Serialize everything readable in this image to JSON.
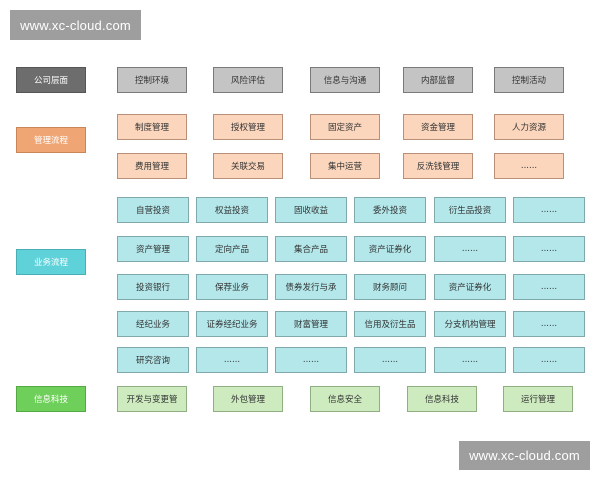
{
  "watermark": "www.xc-cloud.com",
  "colors": {
    "company_category": "#6d6d6d",
    "company_item": "#c4c4c4",
    "management_category": "#f0a674",
    "management_item": "#fbd6bd",
    "business_category": "#5fd2d9",
    "business_item": "#b3e7ea",
    "it_category": "#6fcf5b",
    "it_item": "#cdebbf"
  },
  "company_level": {
    "label": "公司层面",
    "items": [
      "控制环境",
      "风险评估",
      "信息与沟通",
      "内部监督",
      "控制活动"
    ]
  },
  "management_process": {
    "label": "管理流程",
    "rows": [
      [
        "制度管理",
        "授权管理",
        "固定资产",
        "资金管理",
        "人力资源"
      ],
      [
        "费用管理",
        "关联交易",
        "集中运营",
        "反洗钱管理",
        "......"
      ]
    ]
  },
  "business_process": {
    "label": "业务流程",
    "rows": [
      [
        "自营投资",
        "权益投资",
        "固收收益",
        "委外投资",
        "衍生品投资",
        "......"
      ],
      [
        "资产管理",
        "定向产品",
        "集合产品",
        "资产证券化",
        "......",
        "......"
      ],
      [
        "投资银行",
        "保荐业务",
        "债券发行与承",
        "财务顾问",
        "资产证券化",
        "......"
      ],
      [
        "经纪业务",
        "证券经纪业务",
        "财富管理",
        "信用及衍生品",
        "分支机构管理",
        "......"
      ],
      [
        "研究咨询",
        "......",
        "......",
        "......",
        "......",
        "......"
      ]
    ]
  },
  "information_technology": {
    "label": "信息科技",
    "items": [
      "开发与变更管",
      "外包管理",
      "信息安全",
      "信息科技",
      "运行管理"
    ]
  }
}
